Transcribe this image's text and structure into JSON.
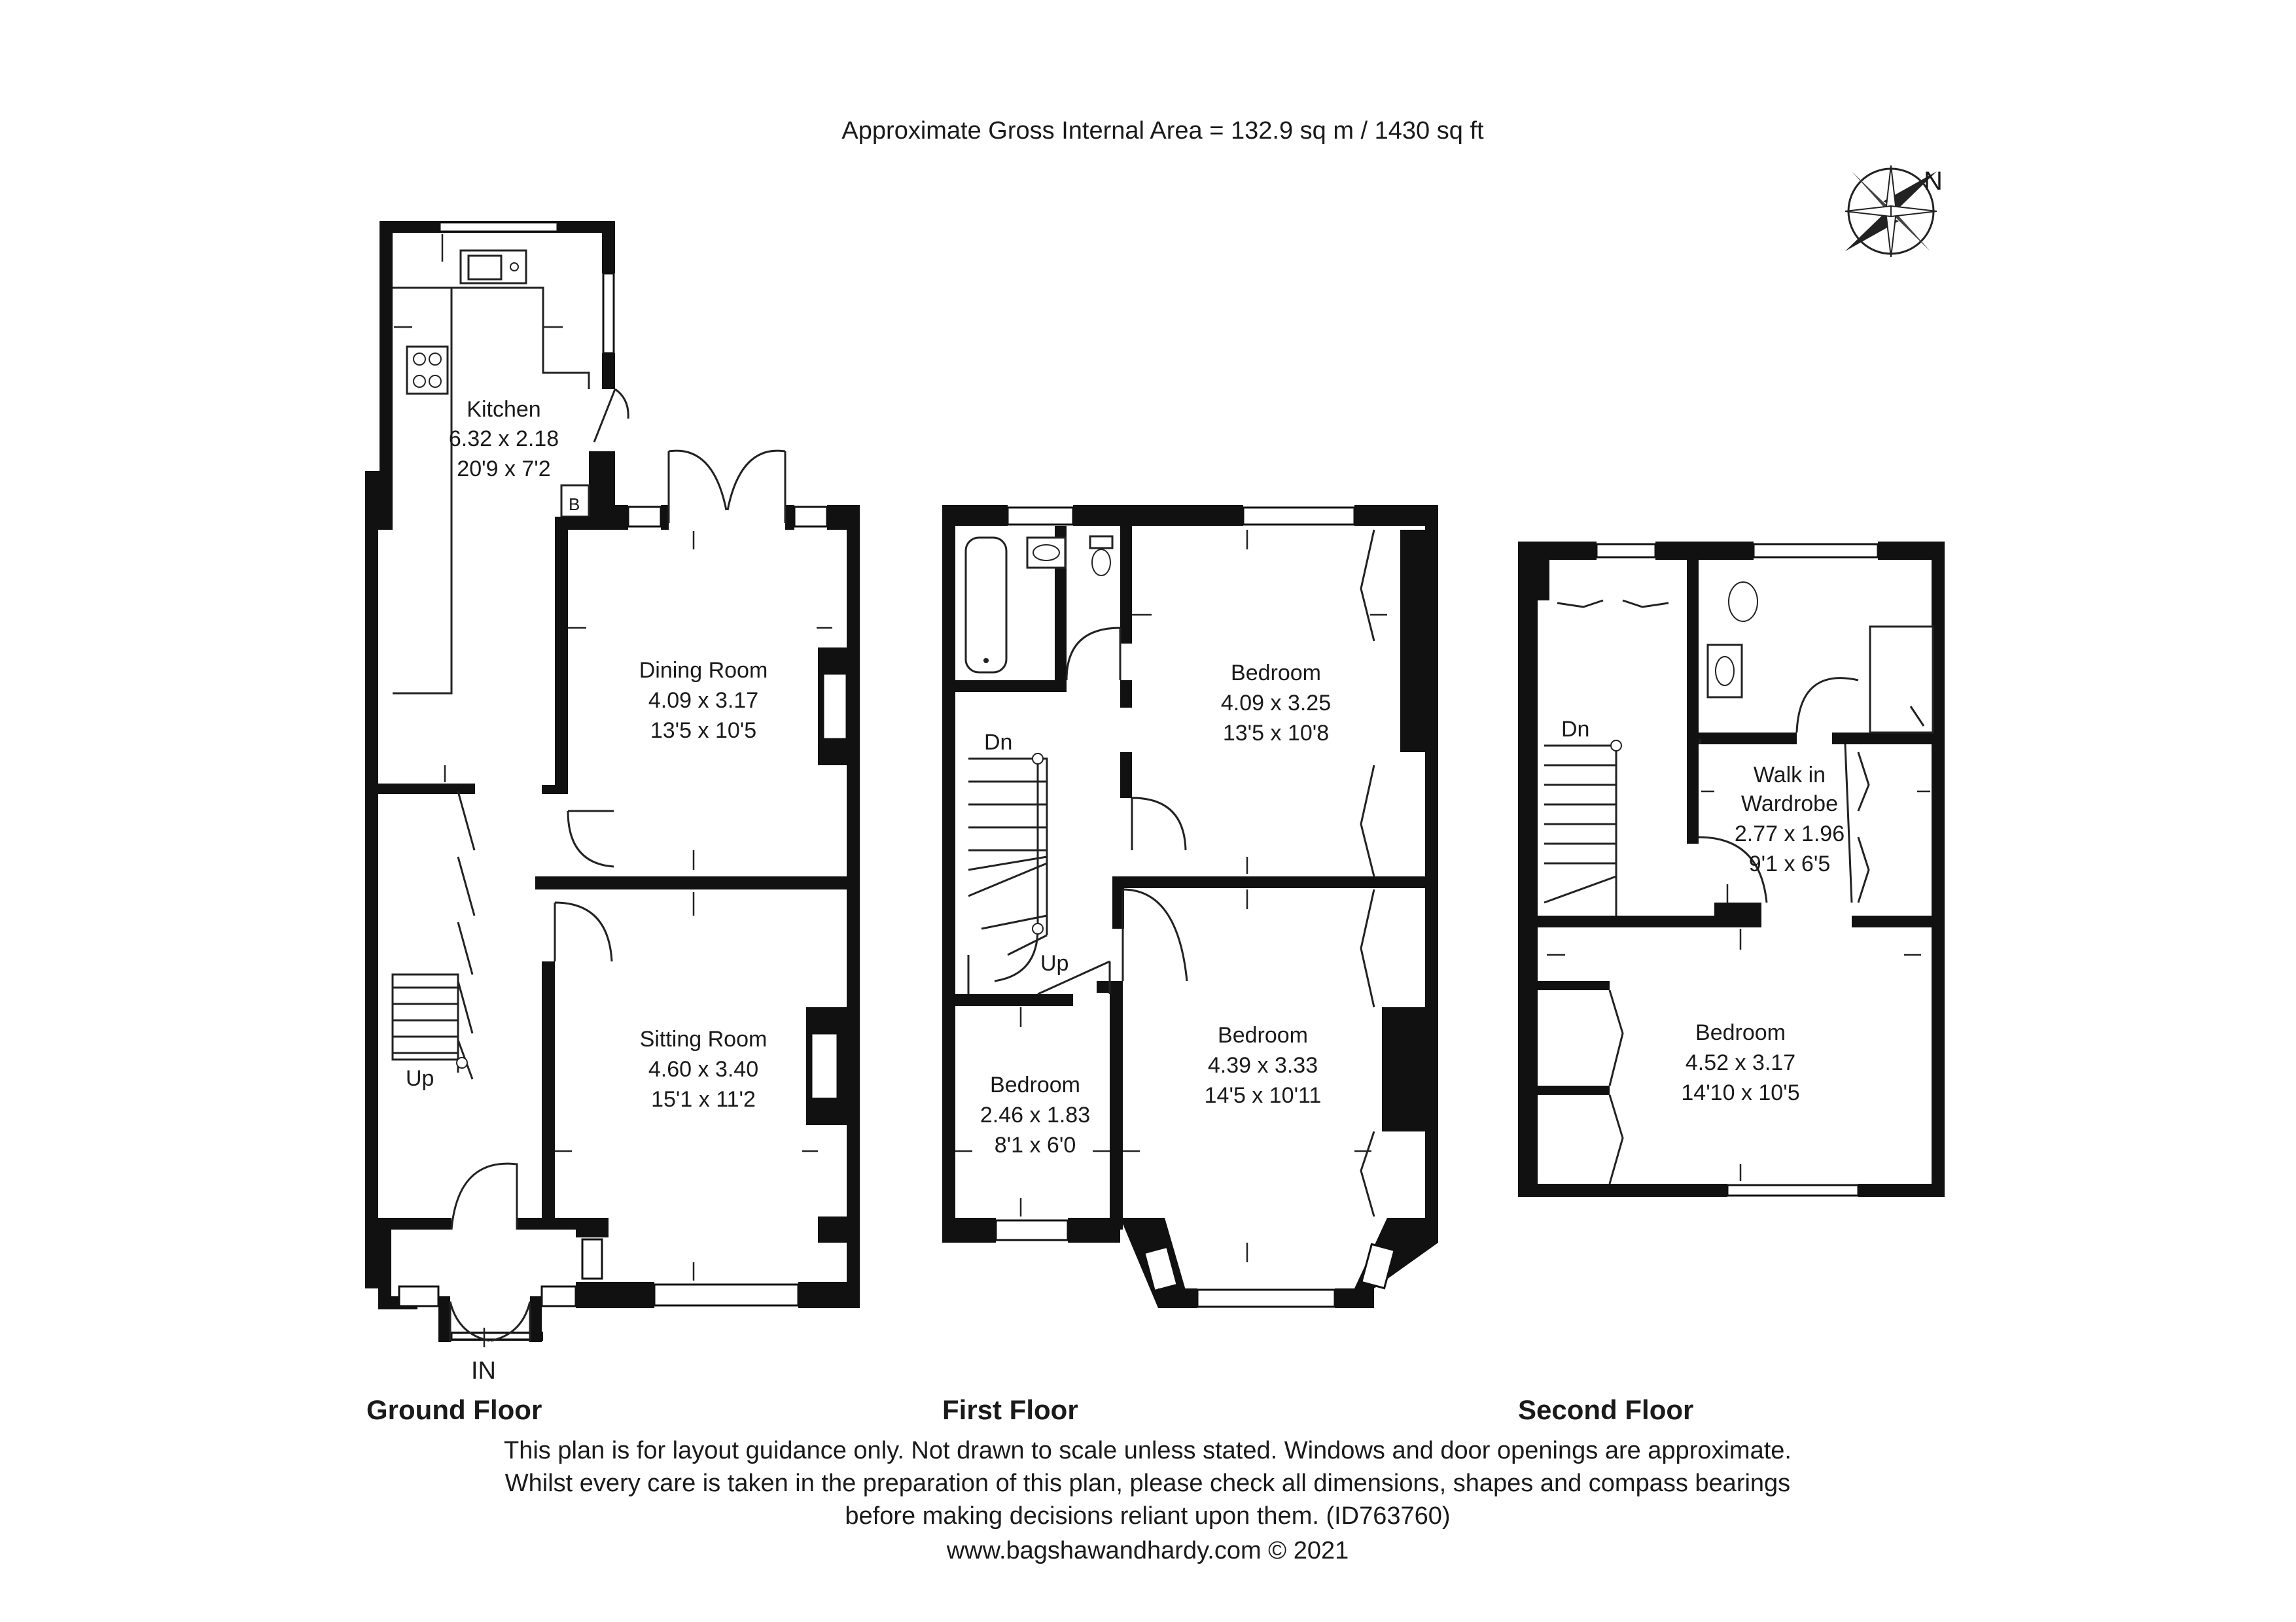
{
  "header": {
    "area": "Approximate Gross Internal Area = 132.9 sq m / 1430 sq ft"
  },
  "compass": {
    "label": "N"
  },
  "floors": {
    "ground": {
      "title": "Ground Floor",
      "entrance": "IN",
      "stairs": "Up",
      "boiler": "B",
      "rooms": [
        {
          "name": "Kitchen",
          "metric": "6.32 x 2.18",
          "imperial": "20'9 x 7'2"
        },
        {
          "name": "Dining Room",
          "metric": "4.09 x 3.17",
          "imperial": "13'5 x 10'5"
        },
        {
          "name": "Sitting Room",
          "metric": "4.60 x 3.40",
          "imperial": "15'1 x 11'2"
        }
      ]
    },
    "first": {
      "title": "First Floor",
      "stairs_down": "Dn",
      "stairs_up": "Up",
      "rooms": [
        {
          "name": "Bedroom",
          "metric": "4.09 x 3.25",
          "imperial": "13'5 x 10'8"
        },
        {
          "name": "Bedroom",
          "metric": "4.39 x 3.33",
          "imperial": "14'5 x 10'11"
        },
        {
          "name": "Bedroom",
          "metric": "2.46 x 1.83",
          "imperial": "8'1 x 6'0"
        }
      ]
    },
    "second": {
      "title": "Second Floor",
      "stairs_down": "Dn",
      "rooms": [
        {
          "name": "Walk in",
          "name2": "Wardrobe",
          "metric": "2.77 x 1.96",
          "imperial": "9'1 x 6'5"
        },
        {
          "name": "Bedroom",
          "metric": "4.52 x 3.17",
          "imperial": "14'10 x 10'5"
        }
      ]
    }
  },
  "disclaimer": [
    "This plan is for layout guidance only. Not drawn to scale unless stated. Windows and door openings are approximate.",
    "Whilst every care is taken in the preparation of this plan, please check all dimensions, shapes and compass bearings",
    "before making decisions reliant upon them. (ID763760)"
  ],
  "footer": {
    "website": "www.bagshawandhardy.com © 2021"
  }
}
